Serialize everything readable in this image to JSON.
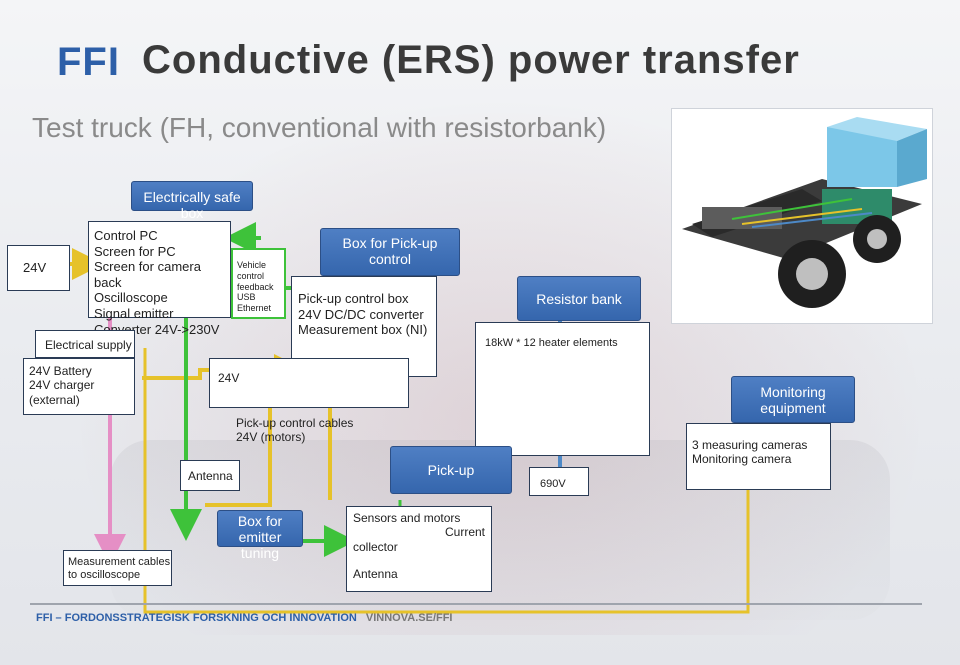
{
  "header": {
    "logo": "FFI",
    "title": "Conductive (ERS) power transfer",
    "subtitle": "Test truck (FH, conventional with resistorbank)"
  },
  "boxes": {
    "electrically_safe_box": "Electrically safe box",
    "v24_left": "24V",
    "control_pc": "Control PC\nScreen for PC\nScreen for camera back\nOscilloscope\nSignal emitter\nConverter 24V->230V",
    "vehicle_control": "Vehicle\ncontrol\nfeedback\nUSB\nEthernet",
    "box_pickup_control": "Box for Pick-up\ncontrol",
    "pickup_control_list": "Pick-up control box\n24V DC/DC converter\nMeasurement box (NI)",
    "resistor_bank": "Resistor bank",
    "heater_elements": "18kW * 12 heater elements",
    "electrical_supply": "Electrical supply",
    "battery": "24V Battery\n24V charger\n(external)",
    "v24_mid": "24V",
    "monitoring_equipment": "Monitoring\nequipment",
    "cameras": "3 measuring cameras\nMonitoring camera",
    "pickup_cables": "Pick-up control cables\n24V (motors)",
    "antenna": "Antenna",
    "pickup": "Pick-up",
    "v690": "690V",
    "box_emitter_tuning": "Box for\nemitter tuning",
    "sensors_motors": "Sensors and motors",
    "current_collector_1": "Current",
    "current_collector_2": "collector",
    "antenna_bottom": "Antenna",
    "measurement_cables": "Measurement cables\nto oscilloscope"
  },
  "footer": {
    "org": "FFI – FORDONSSTRATEGISK FORSKNING OCH INNOVATION",
    "site": "VINNOVA.SE/FFI"
  },
  "colors": {
    "blue_box": "#3e70b8",
    "green_wire": "#3ec23a",
    "yellow_wire": "#e6c22a",
    "pink_wire": "#e58fc5",
    "blue_wire": "#4d89c7"
  }
}
